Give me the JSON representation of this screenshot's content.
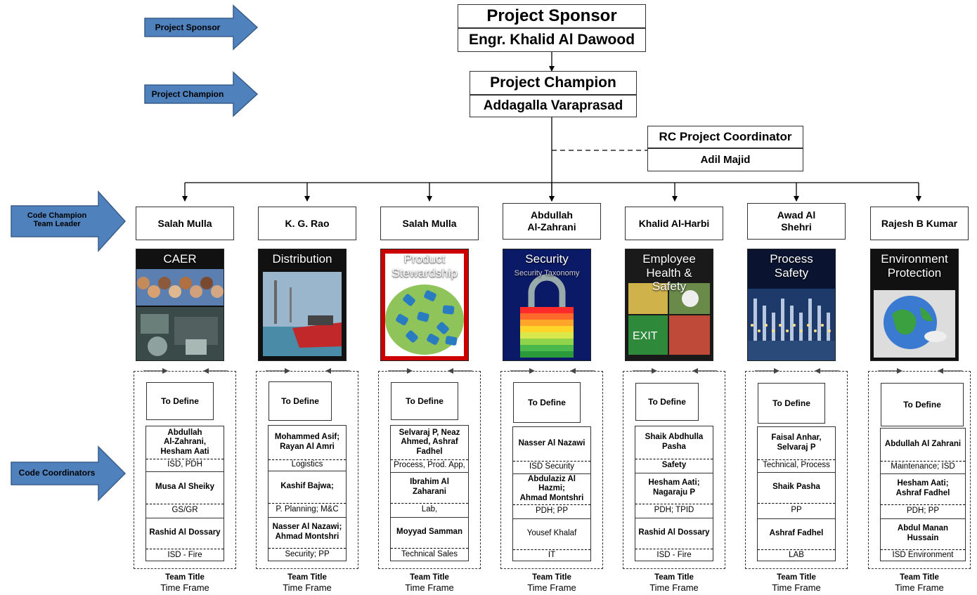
{
  "side_arrows": [
    {
      "label": "Project Sponsor"
    },
    {
      "label": "Project Champion"
    },
    {
      "label": "Code Champion\nTeam Leader"
    },
    {
      "label": "Code Coordinators"
    }
  ],
  "sponsor": {
    "title": "Project Sponsor",
    "name": "Engr. Khalid Al Dawood"
  },
  "champion": {
    "title": "Project Champion",
    "name": "Addagalla Varaprasad"
  },
  "coordinator": {
    "title": "RC Project Coordinator",
    "name": "Adil Majid"
  },
  "colors": {
    "arrow_fill": "#4f81bd",
    "arrow_stroke": "#385d8a",
    "line": "#000000"
  },
  "codes": [
    {
      "leader": "Salah Mulla",
      "image": {
        "title": "CAER",
        "icon": "community-photo-collage",
        "bg": "#1a1a1a"
      },
      "define": "To Define",
      "rows": [
        {
          "name": "Abdullah\nAl-Zahrani,\nHesham Aati",
          "dept": "ISD, PDH"
        },
        {
          "name": "Musa Al Sheiky",
          "dept": "GS/GR"
        },
        {
          "name": "Rashid Al Dossary",
          "dept": "ISD - Fire"
        }
      ],
      "footer": {
        "title": "Team Title",
        "time": "Time Frame"
      }
    },
    {
      "leader": "K. G. Rao",
      "image": {
        "title": "Distribution",
        "icon": "cargo-ship",
        "bg": "#111111"
      },
      "define": "To Define",
      "rows": [
        {
          "name": "Mohammed Asif;\nRayan Al Amri",
          "dept": "Logistics"
        },
        {
          "name": "Kashif Bajwa;",
          "dept": "P. Planning; M&C"
        },
        {
          "name": "Nasser Al Nazawi;\nAhmad Montshri",
          "dept": "Security; PP"
        }
      ],
      "footer": {
        "title": "Team Title",
        "time": "Time Frame"
      }
    },
    {
      "leader": "Salah Mulla",
      "image": {
        "title": "Product\nStewardship",
        "icon": "puzzle-globe",
        "bg": "#cc0000"
      },
      "define": "To Define",
      "rows": [
        {
          "name": "Selvaraj P, Neaz\nAhmed, Ashraf\nFadhel",
          "dept": "Process, Prod. App,"
        },
        {
          "name": "Ibrahim Al\nZaharani",
          "dept": "Lab,"
        },
        {
          "name": "Moyyad Samman",
          "dept": "Technical Sales"
        }
      ],
      "footer": {
        "title": "Team Title",
        "time": "Time Frame"
      }
    },
    {
      "leader": "Abdullah\nAl-Zahrani",
      "image": {
        "title": "Security",
        "subtitle": "Security Taxonomy",
        "icon": "padlock",
        "bg": "#0b1a66"
      },
      "define": "To Define",
      "rows": [
        {
          "name": "Nasser Al Nazawi",
          "dept": "ISD Security"
        },
        {
          "name": "Abdulaziz Al\nHazmi;\nAhmad Montshri",
          "dept": "PDH; PP"
        },
        {
          "name": "Yousef Khalaf",
          "dept": "IT",
          "name_bold": false
        }
      ],
      "footer": {
        "title": "Team Title",
        "time": "Time Frame"
      }
    },
    {
      "leader": "Khalid Al-Harbi",
      "image": {
        "title": "Employee Health &\nSafety",
        "icon": "safety-collage",
        "bg": "#222222"
      },
      "define": "To Define",
      "rows": [
        {
          "name": "Shaik Abdhulla\nPasha",
          "dept": "Safety",
          "dept_bold": true
        },
        {
          "name": "Hesham Aati;\nNagaraju P",
          "dept": "PDH; TPID"
        },
        {
          "name": "Rashid Al Dossary",
          "dept": "ISD - Fire"
        }
      ],
      "footer": {
        "title": "Team Title",
        "time": "Time Frame"
      }
    },
    {
      "leader": "Awad Al\nShehri",
      "image": {
        "title": "Process\nSafety",
        "icon": "refinery",
        "bg": "#0a1430"
      },
      "define": "To Define",
      "rows": [
        {
          "name": "Faisal Anhar,\nSelvaraj P",
          "dept": "Technical, Process"
        },
        {
          "name": "Shaik Pasha",
          "dept": "PP"
        },
        {
          "name": "Ashraf Fadhel",
          "dept": "LAB"
        }
      ],
      "footer": {
        "title": "Team Title",
        "time": "Time Frame"
      }
    },
    {
      "leader": "Rajesh B Kumar",
      "image": {
        "title": "Environment\nProtection",
        "icon": "sick-earth",
        "bg": "#111111"
      },
      "define": "To Define",
      "rows": [
        {
          "name": "Abdullah Al Zahrani",
          "dept": "Maintenance; ISD"
        },
        {
          "name": "Hesham Aati;\nAshraf Fadhel",
          "dept": "PDH; PP"
        },
        {
          "name": "Abdul Manan\nHussain",
          "dept": "ISD Environment"
        }
      ],
      "footer": {
        "title": "Team Title",
        "time": "Time Frame"
      }
    }
  ]
}
